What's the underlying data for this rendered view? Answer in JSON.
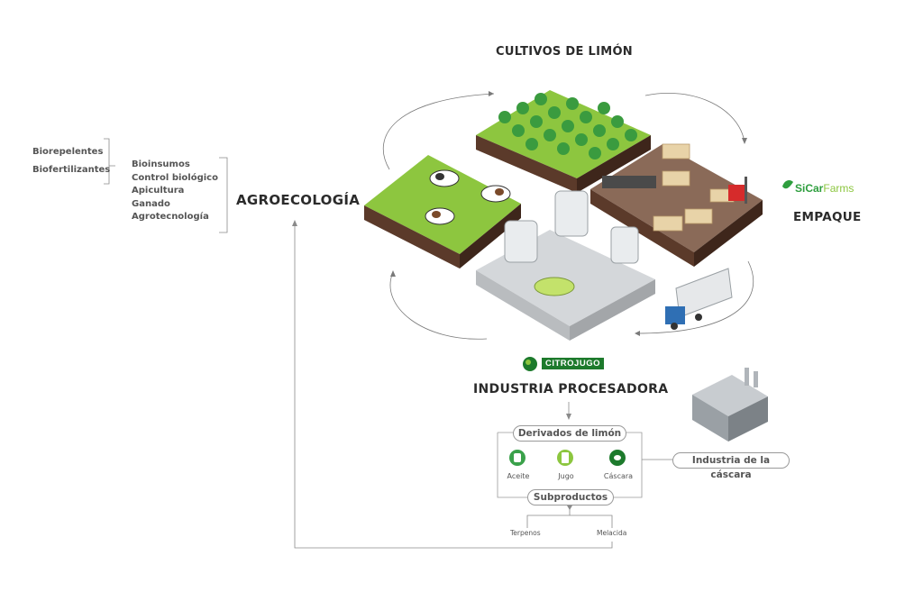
{
  "left_list_a": [
    "Biorepelentes",
    "Biofertilizantes"
  ],
  "left_list_b": [
    "Bioinsumos",
    "Control biológico",
    "Apicultura",
    "Ganado",
    "Agrotecnología"
  ],
  "agroecologia_title": "AGROECOLOGÍA",
  "cultivos_title": "CULTIVOS DE LIMÓN",
  "empaque_title": "EMPAQUE",
  "sicar_logo": {
    "brand": "SiCarFarms",
    "part1": "SiCar",
    "part2": "Farms"
  },
  "citrojugo_logo": "CITROJUGO",
  "industria_title": "INDUSTRIA PROCESADORA",
  "derivados_label": "Derivados de limón",
  "derivados": [
    {
      "label": "Aceite",
      "icon": "oil-icon"
    },
    {
      "label": "Jugo",
      "icon": "juice-icon"
    },
    {
      "label": "Cáscara",
      "icon": "peel-icon"
    }
  ],
  "subproductos_label": "Subproductos",
  "subproductos": [
    "Terpenos",
    "Melacida"
  ],
  "industria_cascara_label": "Industria de la cáscara",
  "colors": {
    "green": "#2e9e3e",
    "dark_green": "#1d7a2c",
    "grass": "#7ac143",
    "soil": "#6b4a3a",
    "gray": "#cfd3d6"
  }
}
